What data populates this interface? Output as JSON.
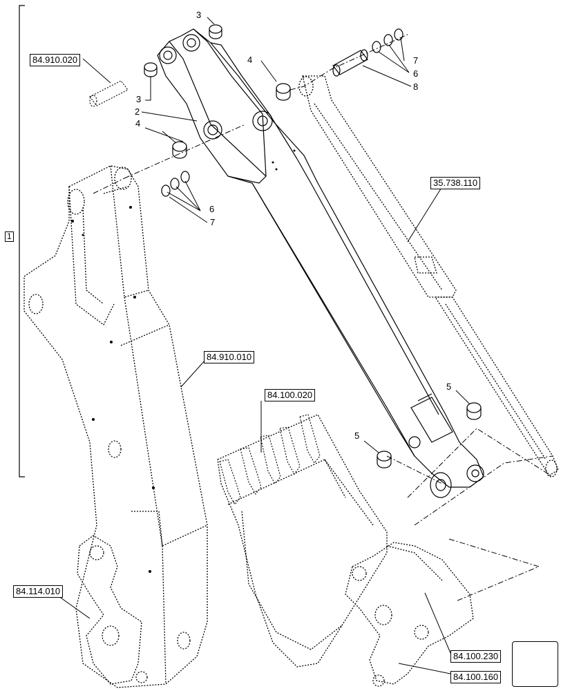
{
  "frame_label": "1",
  "references": {
    "pin_group": "84.910.020",
    "cylinder_group": "35.738.110",
    "boom_group": "84.910.010",
    "bucket_teeth_group": "84.100.020",
    "linkage_group": "84.114.010",
    "bucket_link_group": "84.100.230",
    "bucket_pin_group": "84.100.160"
  },
  "callouts": {
    "c3_top": "3",
    "c3_left": "3",
    "c4_right": "4",
    "c4_left": "4",
    "c2": "2",
    "c6_left": "6",
    "c7_left": "7",
    "c7_right": "7",
    "c6_right": "6",
    "c8": "8",
    "c5_right": "5",
    "c5_left": "5"
  },
  "nav_icon": "next-page-arrow-icon"
}
